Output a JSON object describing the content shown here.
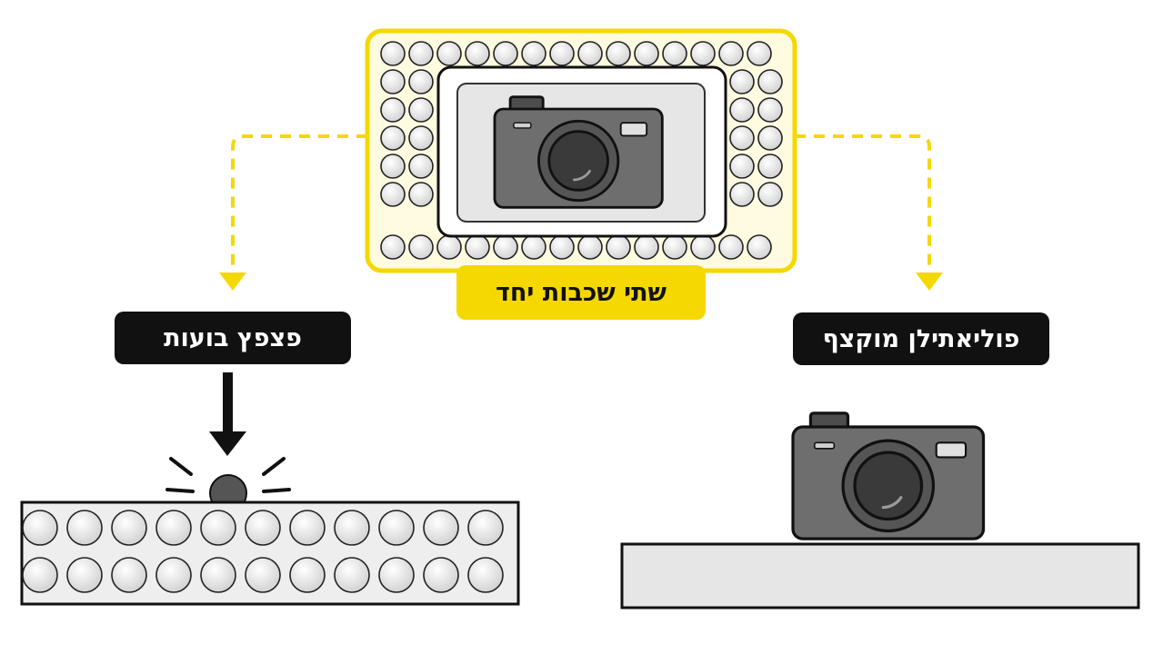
{
  "labels": {
    "combined": "שתי שכבות יחד",
    "bubble_wrap": "פצפץ בועות",
    "polyethylene_foam": "פוליאתילן מוקצף"
  },
  "icons": [
    "camera-icon",
    "bubble-wrap-icon",
    "foam-layer-icon",
    "arrow-down-icon",
    "impact-ball-icon"
  ],
  "colors": {
    "accent_yellow": "#f5d800",
    "label_dark": "#111111",
    "camera_body": "#6e6e6e",
    "foam_fill": "#e6e6e6",
    "bubble_fill": "#f2f2f2"
  }
}
